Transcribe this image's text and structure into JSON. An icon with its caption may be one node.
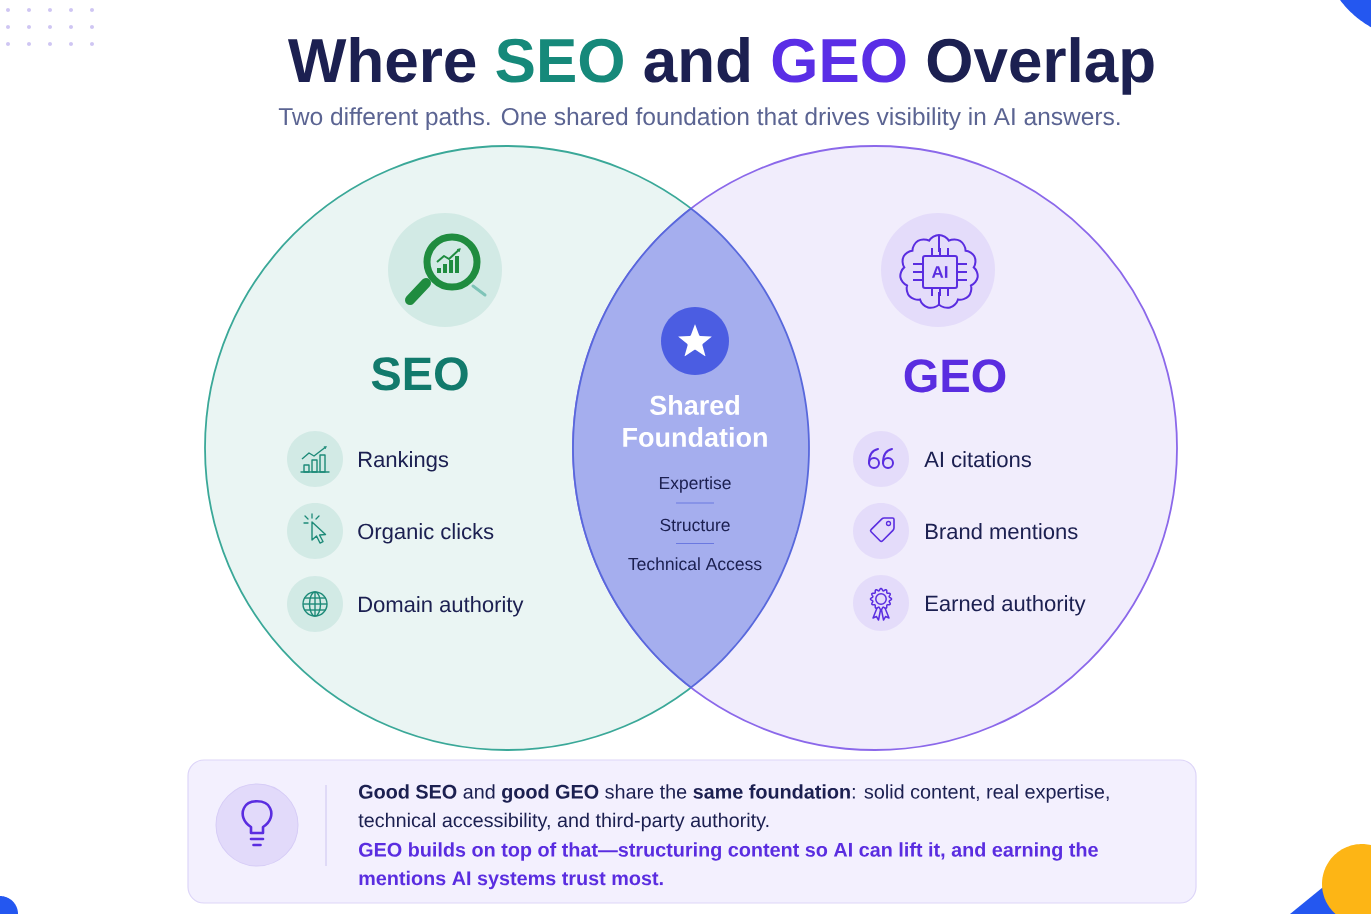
{
  "diagram": {
    "title": "Where SEO and GEO Overlap",
    "nodes": [
      {
        "text": [
          "SEO",
          "Rankings",
          "Organic clicks",
          "Domain authority"
        ]
      },
      {
        "text": [
          "Shared Foundation",
          "Expertise",
          "Structure",
          "Technical Access"
        ]
      },
      {
        "text": [
          "GEO",
          "AI citations",
          "Brand mentions",
          "Earned authority"
        ]
      },
      {
        "text": [
          "**Good SEO** and **good GEO** share the **same foundation**: solid content, real expertise, technical accessibility, and third-party authority.",
          "GEO builds on top of that—structuring content so AI can lift it, and earning the mentions AI systems trust most."
        ]
      }
    ],
    "labels": [
      "Two different paths. One shared foundation that drives visibility in AI answers.",
      "AI"
    ]
  }
}
